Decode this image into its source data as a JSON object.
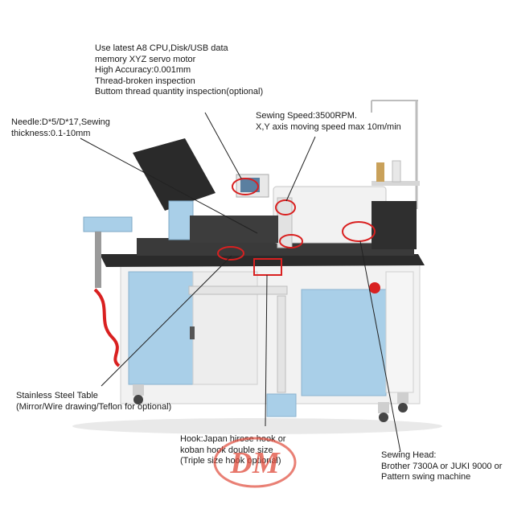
{
  "annotations": {
    "controller": {
      "lines": [
        "Use latest  A8 CPU,Disk/USB  data",
        "memory XYZ servo motor",
        "High Accuracy:0.001mm",
        "Thread-broken inspection",
        "Buttom thread quantity inspection(optional)"
      ]
    },
    "needle": {
      "lines": [
        "Needle:D*5/D*17,Sewing",
        "thickness:0.1-10mm"
      ]
    },
    "sewing_speed": {
      "lines": [
        "Sewing Speed:3500RPM.",
        "X,Y axis moving speed max 10m/min"
      ]
    },
    "table": {
      "lines": [
        "Stainless Steel Table",
        "(Mirror/Wire drawing/Teflon for optional)"
      ]
    },
    "hook": {
      "lines": [
        "Hook:Japan hirose hook or",
        "koban hook double size",
        "(Triple size hook optional)"
      ]
    },
    "sewing_head": {
      "lines": [
        "Sewing Head:",
        "Brother 7300A or JUKI 9000 or",
        "Pattern swing machine"
      ]
    }
  },
  "watermark": {
    "text": "DM"
  },
  "colors": {
    "cabinet_blue": "#a9cfe8",
    "frame_white": "#f2f2f2",
    "table_dark": "#2b2b2b",
    "callout_red": "#d92020",
    "watermark_red": "#e04a3a"
  }
}
